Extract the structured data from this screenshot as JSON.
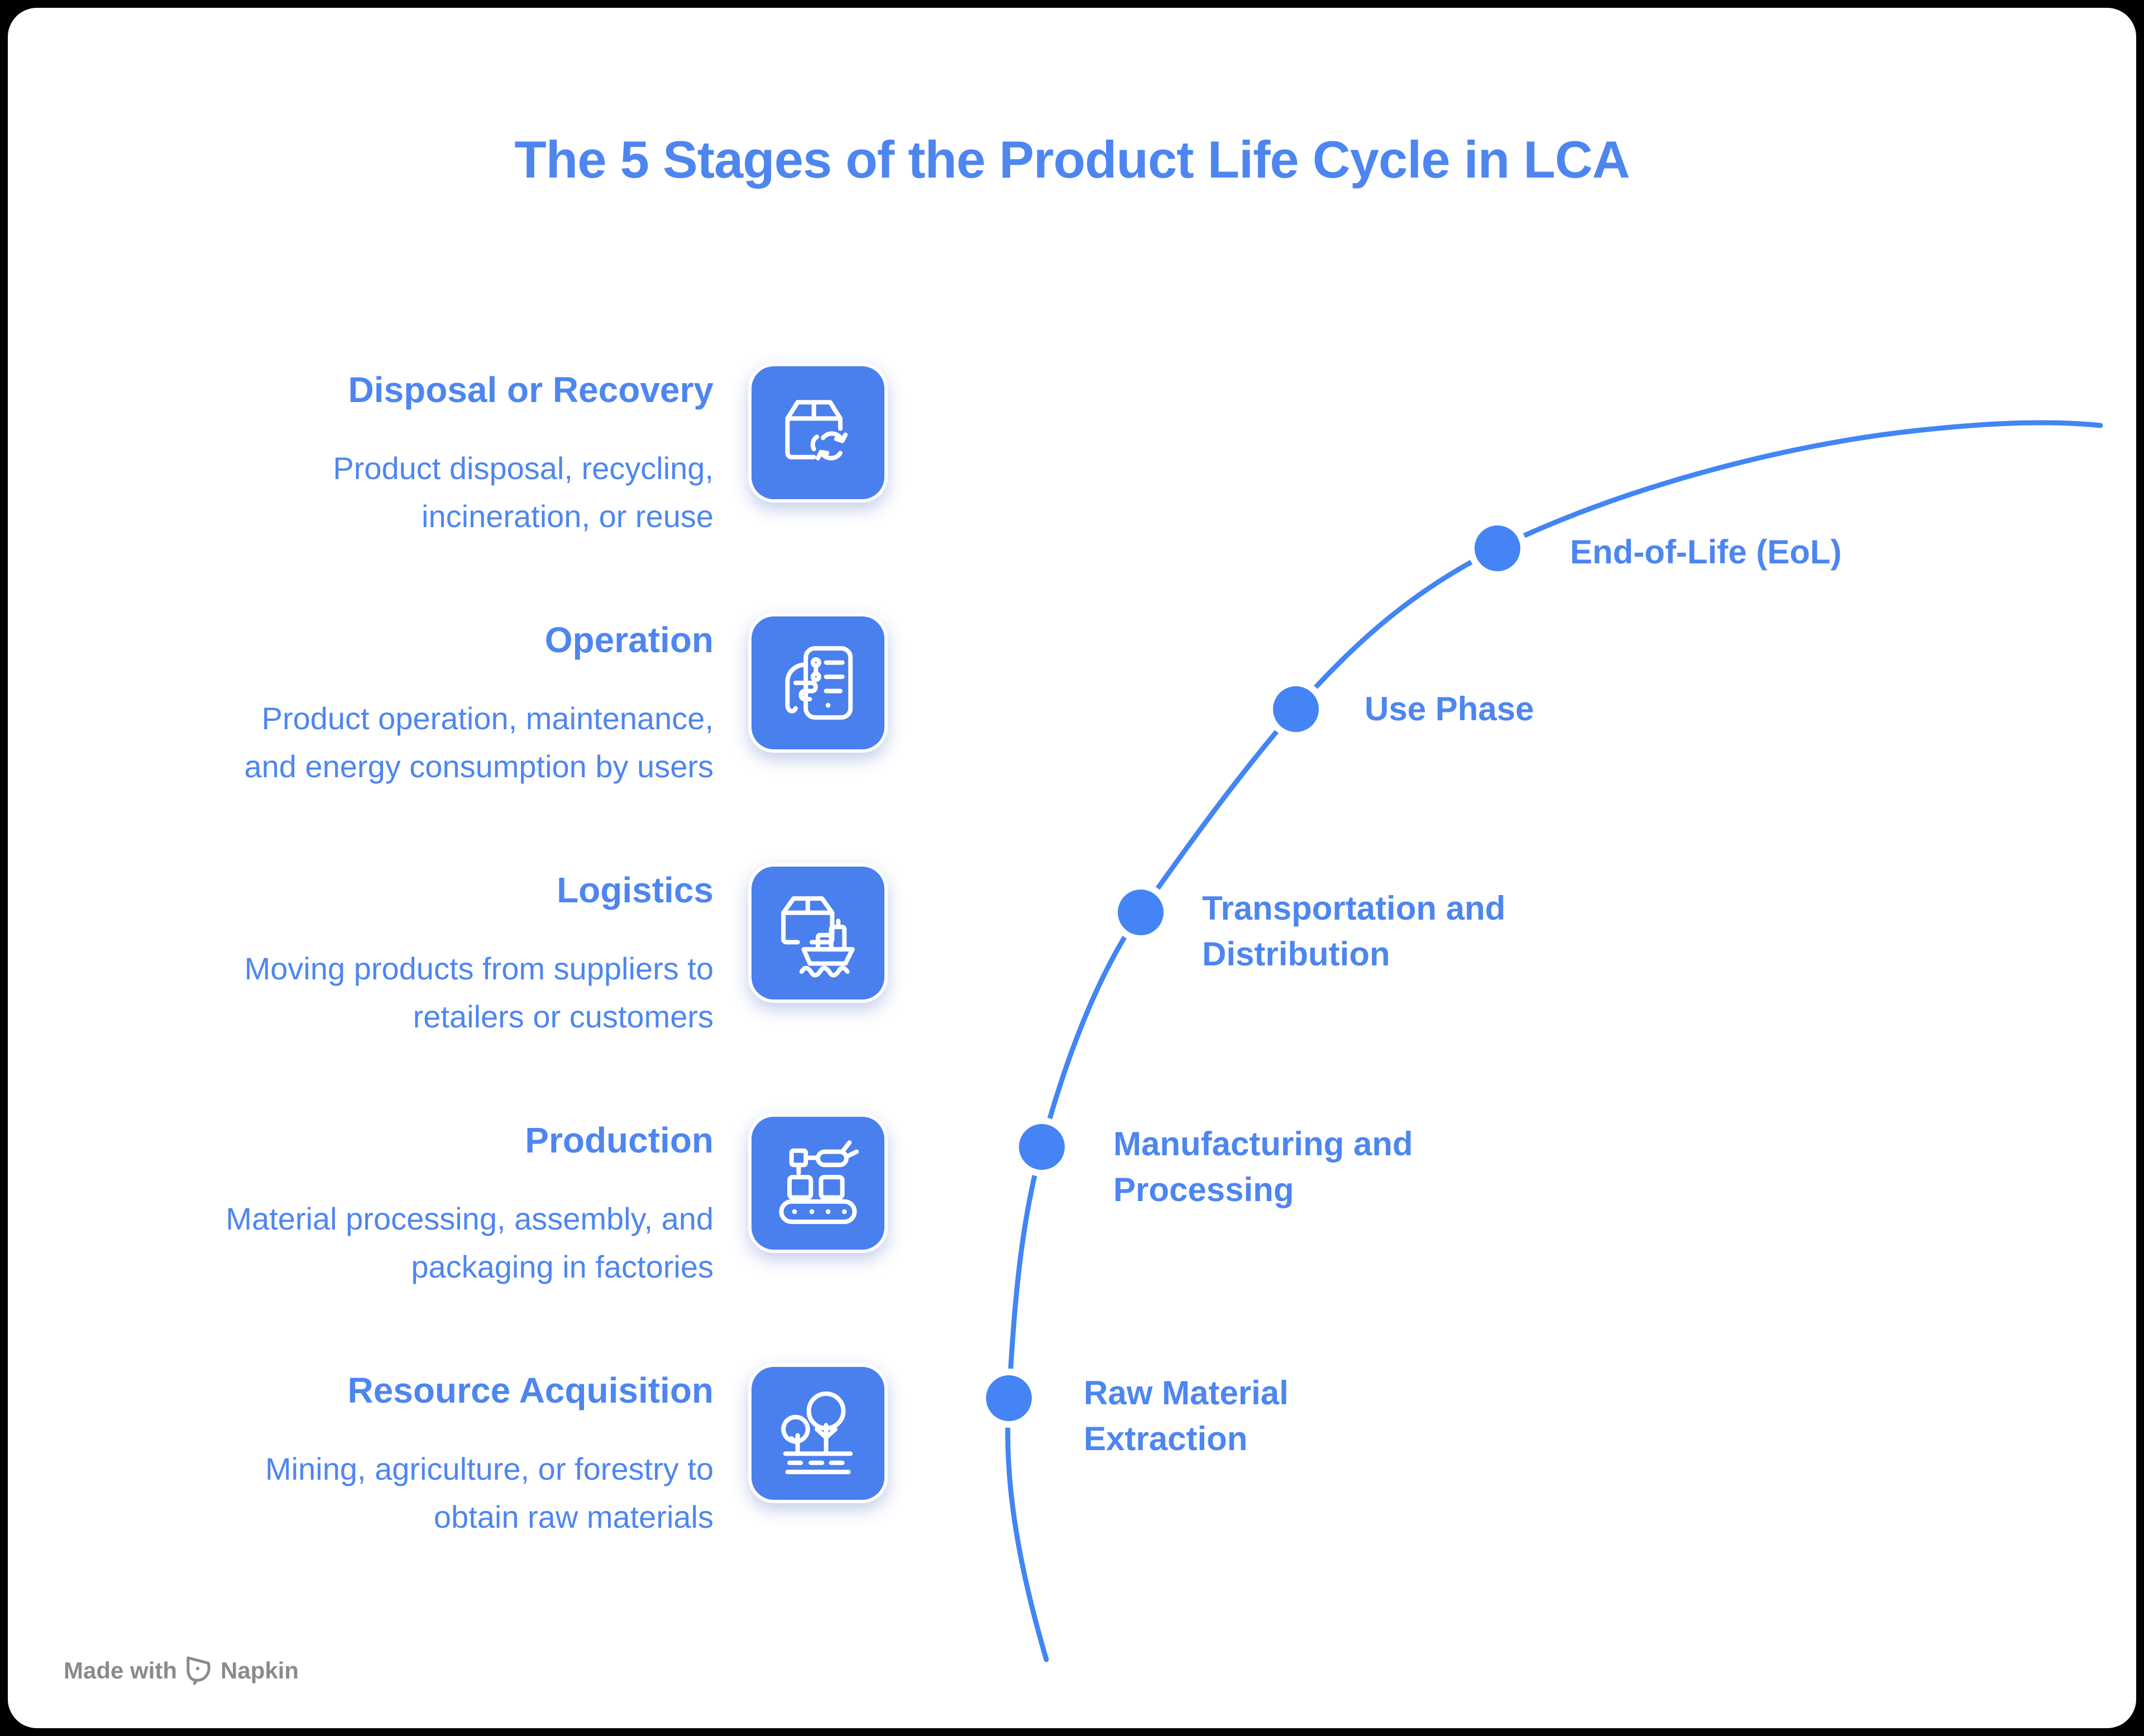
{
  "title": "The 5 Stages of the Product Life Cycle in LCA",
  "stages": [
    {
      "title": "Disposal or Recovery",
      "description": "Product disposal, recycling, incineration, or reuse",
      "icon": "package-recycle-icon"
    },
    {
      "title": "Operation",
      "description": "Product operation, maintenance, and energy consumption by users",
      "icon": "hand-phone-checklist-icon"
    },
    {
      "title": "Logistics",
      "description": "Moving products from suppliers to retailers or customers",
      "icon": "package-ship-icon"
    },
    {
      "title": "Production",
      "description": "Material processing, assembly, and packaging in factories",
      "icon": "conveyor-robot-arm-icon"
    },
    {
      "title": "Resource Acquisition",
      "description": "Mining, agriculture, or forestry to obtain raw materials",
      "icon": "trees-icon"
    }
  ],
  "curve": {
    "labels": [
      {
        "text": "Raw Material Extraction"
      },
      {
        "text": "Manufacturing and Processing"
      },
      {
        "text": "Transportation and Distribution"
      },
      {
        "text": "Use Phase"
      },
      {
        "text": "End-of-Life (EoL)"
      }
    ]
  },
  "footer": {
    "made_with": "Made with",
    "brand": "Napkin"
  },
  "colors": {
    "accent_text": "#4e86f0",
    "icon_background": "#4a7fee",
    "curve_stroke": "#4285f4",
    "node_fill": "#4584f4",
    "footer_gray": "#8a8a8a"
  }
}
